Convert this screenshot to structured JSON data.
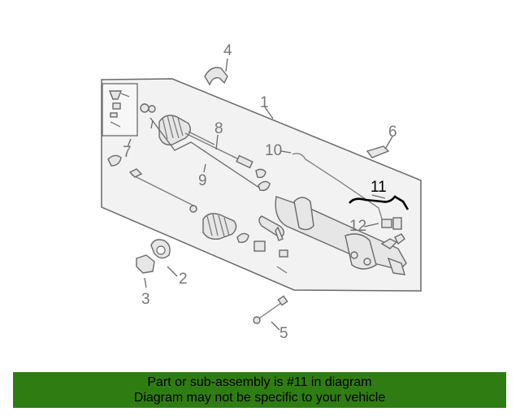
{
  "callouts": {
    "c1": "1",
    "c2": "2",
    "c3": "3",
    "c4": "4",
    "c5": "5",
    "c6": "6",
    "c7": "7",
    "c8": "8",
    "c9": "9",
    "c10": "10",
    "c11": "11",
    "c12": "12"
  },
  "highlighted_part": "11",
  "banner": {
    "line1": "Part or sub-assembly is #11 in diagram",
    "line2": "Diagram may not be specific to your vehicle",
    "color": "#2f7d12"
  }
}
